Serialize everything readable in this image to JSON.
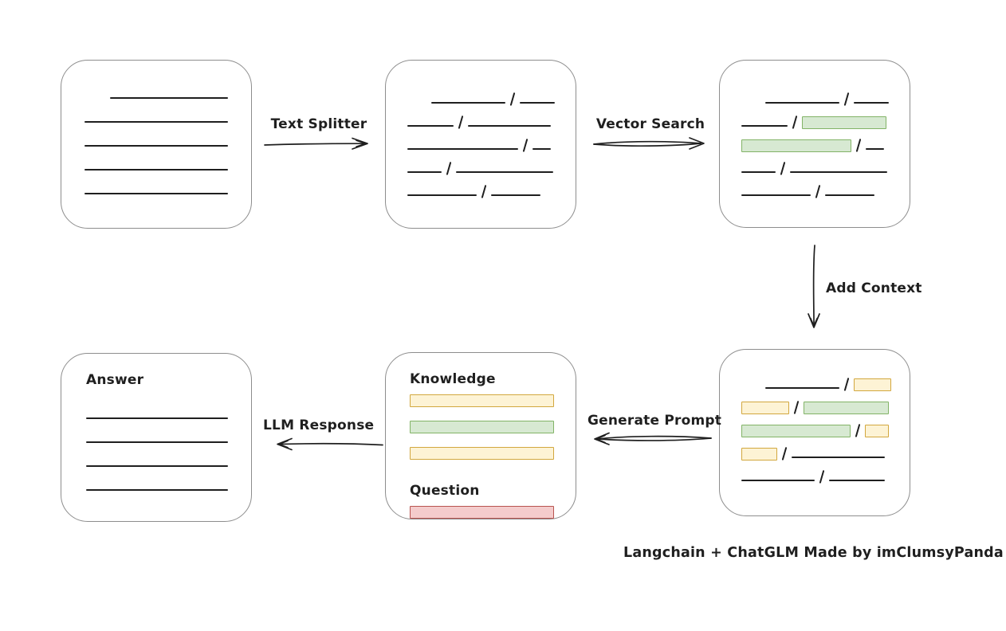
{
  "colors": {
    "ink": "#1f1f1f",
    "box_border": "#8d8d8d",
    "green_fill": "#d7e9d2",
    "green_stroke": "#82b366",
    "yellow_fill": "#fdf3d5",
    "yellow_stroke": "#d2a73e",
    "red_fill": "#f4cccc",
    "red_stroke": "#b85450"
  },
  "caption": "Langchain + ChatGLM Made by imClumsyPanda",
  "arrows": {
    "text_splitter": {
      "label": "Text Splitter"
    },
    "vector_search": {
      "label": "Vector Search"
    },
    "add_context": {
      "label": "Add Context"
    },
    "generate_prompt": {
      "label": "Generate Prompt"
    },
    "llm_response": {
      "label": "LLM Response"
    }
  },
  "boxes": {
    "document": {
      "rows": [
        {
          "indent": 32,
          "segments": [
            {
              "type": "line",
              "width": 148
            }
          ]
        },
        {
          "segments": [
            {
              "type": "line",
              "width": 180
            }
          ]
        },
        {
          "segments": [
            {
              "type": "line",
              "width": 180
            }
          ]
        },
        {
          "segments": [
            {
              "type": "line",
              "width": 180
            }
          ]
        },
        {
          "segments": [
            {
              "type": "line",
              "width": 180
            }
          ]
        }
      ]
    },
    "chunks": {
      "rows": [
        {
          "indent": 30,
          "segments": [
            {
              "type": "line",
              "width": 93
            },
            {
              "type": "slash"
            },
            {
              "type": "line",
              "width": 44
            }
          ]
        },
        {
          "segments": [
            {
              "type": "line",
              "width": 58
            },
            {
              "type": "slash"
            },
            {
              "type": "line",
              "width": 104
            }
          ]
        },
        {
          "segments": [
            {
              "type": "line",
              "width": 139
            },
            {
              "type": "slash"
            },
            {
              "type": "line",
              "width": 23
            }
          ]
        },
        {
          "segments": [
            {
              "type": "line",
              "width": 43
            },
            {
              "type": "slash"
            },
            {
              "type": "line",
              "width": 122
            }
          ]
        },
        {
          "segments": [
            {
              "type": "line",
              "width": 87
            },
            {
              "type": "slash"
            },
            {
              "type": "line",
              "width": 62
            }
          ]
        }
      ]
    },
    "retrieved": {
      "rows": [
        {
          "indent": 30,
          "segments": [
            {
              "type": "line",
              "width": 93
            },
            {
              "type": "slash"
            },
            {
              "type": "line",
              "width": 44
            }
          ]
        },
        {
          "segments": [
            {
              "type": "line",
              "width": 58
            },
            {
              "type": "slash"
            },
            {
              "type": "green",
              "width": 106
            }
          ]
        },
        {
          "segments": [
            {
              "type": "green",
              "width": 138
            },
            {
              "type": "slash"
            },
            {
              "type": "line",
              "width": 23
            }
          ]
        },
        {
          "segments": [
            {
              "type": "line",
              "width": 43
            },
            {
              "type": "slash"
            },
            {
              "type": "line",
              "width": 122
            }
          ]
        },
        {
          "segments": [
            {
              "type": "line",
              "width": 87
            },
            {
              "type": "slash"
            },
            {
              "type": "line",
              "width": 62
            }
          ]
        }
      ]
    },
    "context": {
      "rows": [
        {
          "indent": 30,
          "segments": [
            {
              "type": "line",
              "width": 93
            },
            {
              "type": "slash"
            },
            {
              "type": "yellow",
              "width": 47
            }
          ]
        },
        {
          "segments": [
            {
              "type": "yellow",
              "width": 60
            },
            {
              "type": "slash"
            },
            {
              "type": "green",
              "width": 107
            }
          ]
        },
        {
          "segments": [
            {
              "type": "green",
              "width": 137
            },
            {
              "type": "slash"
            },
            {
              "type": "yellow",
              "width": 30
            }
          ]
        },
        {
          "segments": [
            {
              "type": "yellow",
              "width": 45
            },
            {
              "type": "slash"
            },
            {
              "type": "line",
              "width": 117
            }
          ]
        },
        {
          "segments": [
            {
              "type": "line",
              "width": 92
            },
            {
              "type": "slash"
            },
            {
              "type": "line",
              "width": 70
            }
          ]
        }
      ]
    },
    "prompt": {
      "knowledge_label": "Knowledge",
      "knowledge_rows": [
        {
          "segments": [
            {
              "type": "yellow",
              "width": 183
            }
          ]
        },
        {
          "segments": [
            {
              "type": "green",
              "width": 183
            }
          ]
        },
        {
          "segments": [
            {
              "type": "yellow",
              "width": 183
            }
          ]
        }
      ],
      "question_label": "Question",
      "question_rows": [
        {
          "segments": [
            {
              "type": "red",
              "width": 183
            }
          ]
        }
      ]
    },
    "answer": {
      "title": "Answer",
      "rows": [
        {
          "segments": [
            {
              "type": "line",
              "width": 178
            }
          ]
        },
        {
          "segments": [
            {
              "type": "line",
              "width": 178
            }
          ]
        },
        {
          "segments": [
            {
              "type": "line",
              "width": 178
            }
          ]
        },
        {
          "segments": [
            {
              "type": "line",
              "width": 178
            }
          ]
        }
      ]
    }
  }
}
